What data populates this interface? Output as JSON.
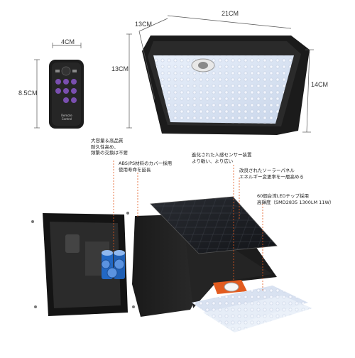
{
  "dimensions": {
    "remote_width": "4CM",
    "remote_height": "8.5CM",
    "light_depth": "13CM",
    "light_width": "21CM",
    "light_front_height": "13CM",
    "light_height": "14CM"
  },
  "remote": {
    "label_line1": "Remote",
    "label_line2": "Control"
  },
  "annotations": {
    "battery": [
      "大容量＆高品質",
      "耐久性高め、",
      "頻繁の交換は不要"
    ],
    "cover": [
      "ABS/PS材料のカバー採用",
      "使用寿命を延長"
    ],
    "sensor": [
      "進化された人感センサー装置",
      "より敏い、より広い"
    ],
    "solar": [
      "改良されたソーラーパネル",
      "エネルギー変更率を一層高める"
    ],
    "led": [
      "60個台湾LEDチップ採用",
      "高輝度（SMD2835 1300LM 11W）"
    ]
  }
}
